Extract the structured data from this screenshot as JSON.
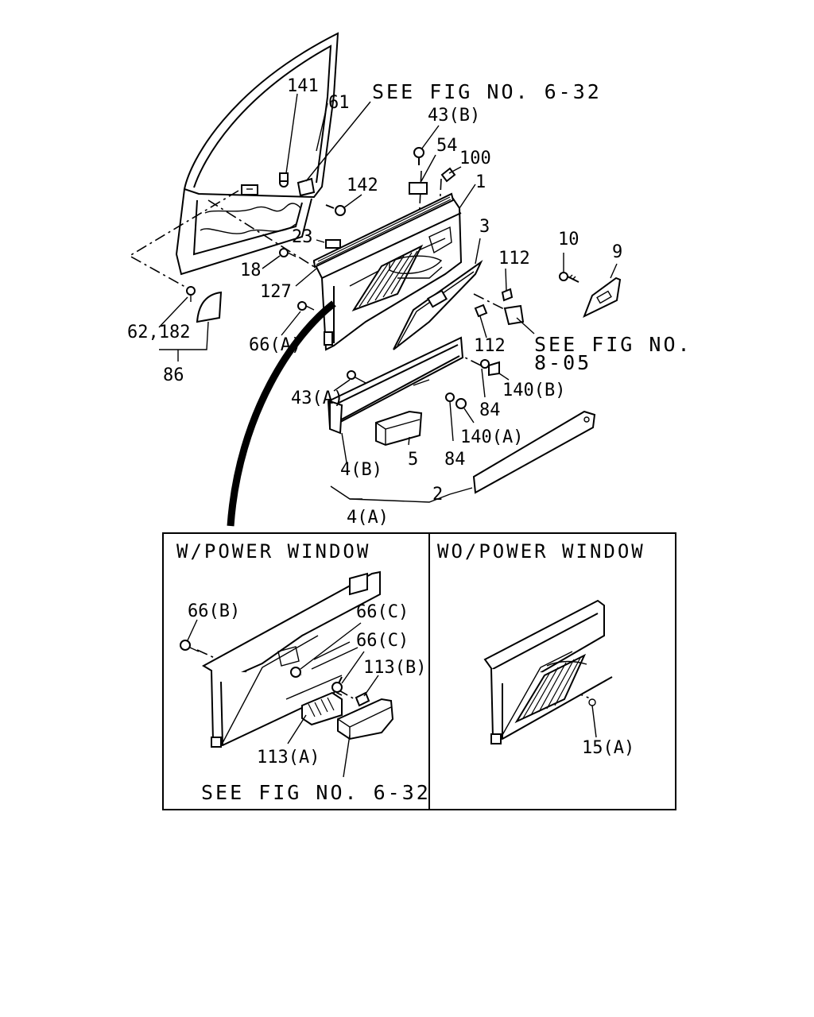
{
  "callouts": {
    "p141": "141",
    "p61": "61",
    "see_fig_top": "SEE FIG NO. 6-32",
    "p43b": "43(B)",
    "p54": "54",
    "p100": "100",
    "p142": "142",
    "p1": "1",
    "p23": "23",
    "p3": "3",
    "p10": "10",
    "p9": "9",
    "p18": "18",
    "p127": "127",
    "p112a": "112",
    "p62_182": "62,182",
    "p66a": "66(A)",
    "p86": "86",
    "p112b": "112",
    "see_fig_805a": "SEE FIG NO.",
    "see_fig_805b": "8-05",
    "p140b": "140(B)",
    "p43a": "43(A)",
    "p84a": "84",
    "p140a": "140(A)",
    "p5": "5",
    "p84b": "84",
    "p4b": "4(B)",
    "p2": "2",
    "p4a": "4(A)"
  },
  "inset_left": {
    "title": "W/POWER WINDOW",
    "p66b": "66(B)",
    "p66c1": "66(C)",
    "p66c2": "66(C)",
    "p113b": "113(B)",
    "p113a": "113(A)",
    "see_fig": "SEE FIG NO. 6-32"
  },
  "inset_right": {
    "title": "WO/POWER WINDOW",
    "p15a": "15(A)"
  }
}
